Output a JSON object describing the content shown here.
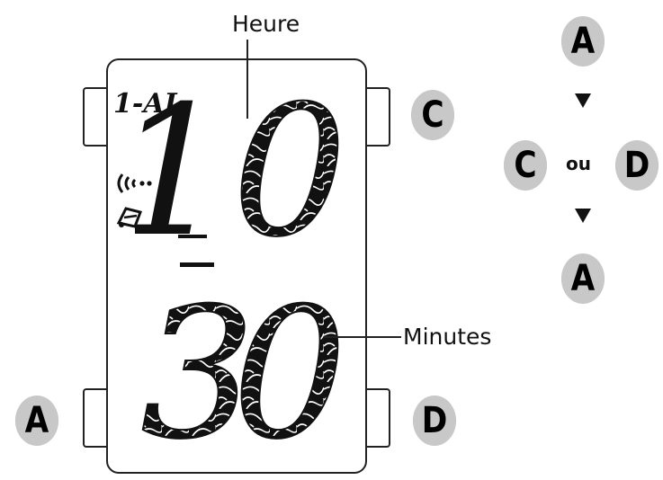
{
  "labels": {
    "hour": "Heure",
    "minutes": "Minutes",
    "mode": "1-AL",
    "or": "ou"
  },
  "display": {
    "hour_tens": "1",
    "hour_units": "0",
    "minute_tens": "3",
    "minute_units": "0"
  },
  "buttons": {
    "a": "A",
    "b": "C",
    "c": "D"
  },
  "sequence": {
    "top": "A",
    "left": "C",
    "right": "D",
    "bottom": "A"
  },
  "icons": [
    "alarm-signal-icon",
    "bell-icon",
    "arrow-down-icon"
  ],
  "colors": {
    "button_fill": "#c8c8c8",
    "ink": "#111111"
  }
}
